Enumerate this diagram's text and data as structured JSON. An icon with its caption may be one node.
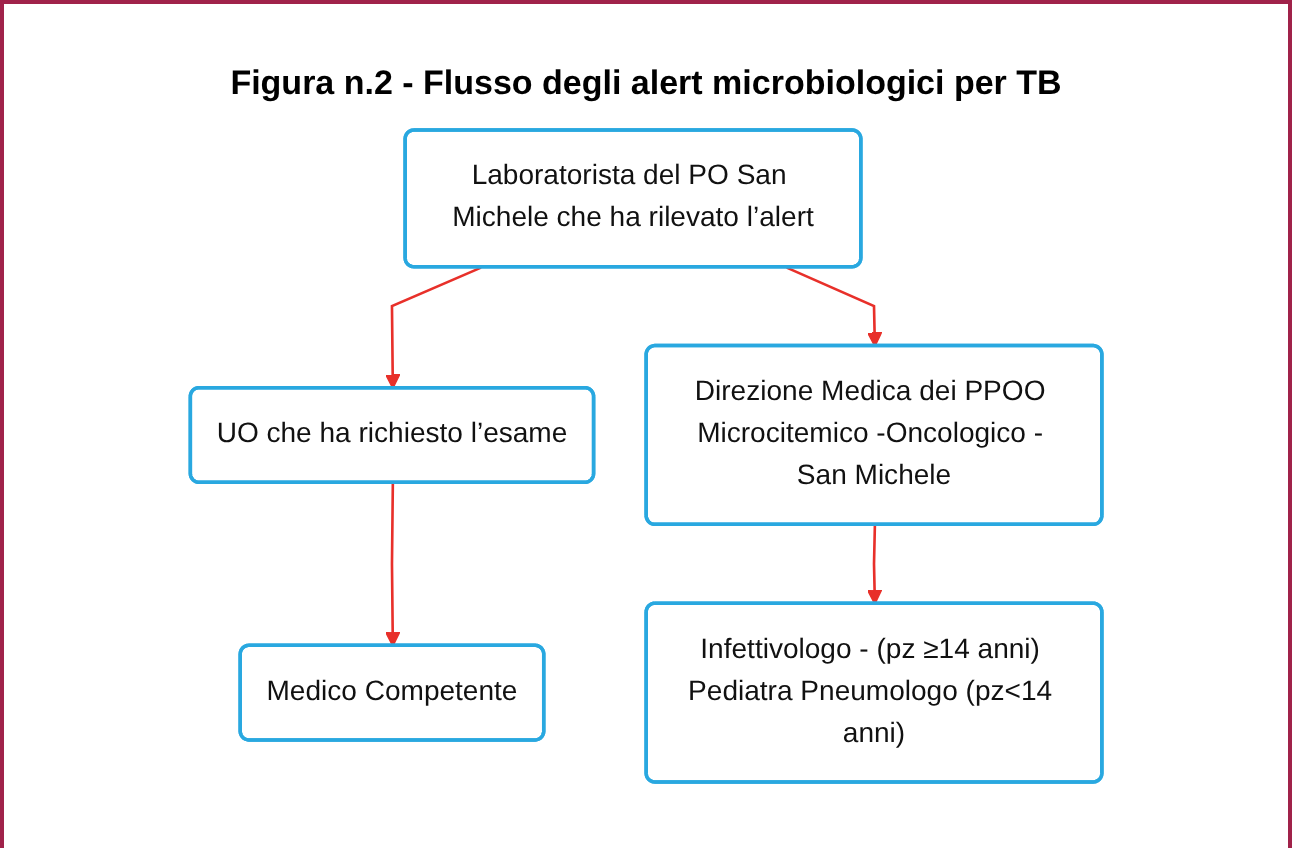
{
  "diagram": {
    "title": "Figura n.2 - Flusso degli alert microbiologici per TB",
    "nodes": [
      {
        "text": [
          "Laboratorista del PO San Michele che ha rilevato l’alert"
        ]
      },
      {
        "text": [
          "UO che ha richiesto l’esame"
        ]
      },
      {
        "text": [
          "Direzione Medica dei PPOO Microcitemico -Oncologico - San Michele"
        ]
      },
      {
        "text": [
          "Medico Competente"
        ]
      },
      {
        "text": [
          "Infettivologo - (pz ≥14 anni) Pediatra Pneumologo (pz<14 anni)"
        ]
      }
    ],
    "edges": [
      {
        "from": 0,
        "to": 1,
        "arrow": "to",
        "color": "#e8302a"
      },
      {
        "from": 0,
        "to": 2,
        "arrow": "to",
        "color": "#e8302a"
      },
      {
        "from": 1,
        "to": 3,
        "arrow": "to",
        "color": "#e8302a"
      },
      {
        "from": 2,
        "to": 4,
        "arrow": "to",
        "color": "#e8302a"
      }
    ]
  }
}
